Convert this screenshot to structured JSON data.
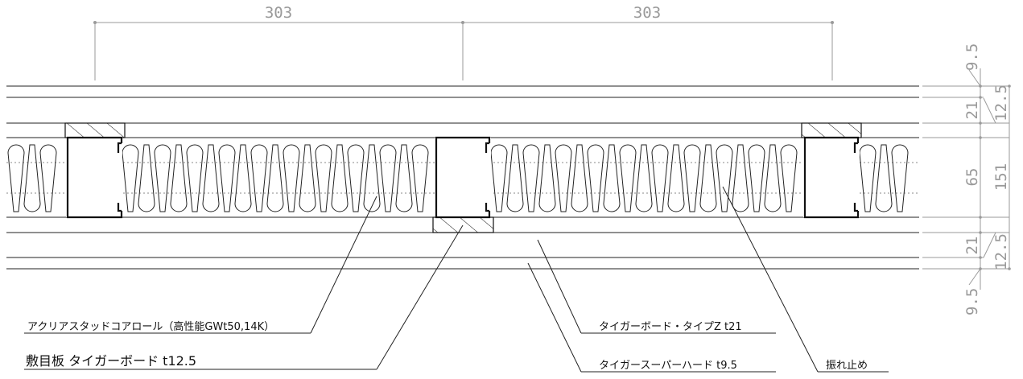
{
  "dimensions": {
    "top": [
      "303",
      "303"
    ],
    "right": [
      "9.5",
      "21",
      "12.5",
      "65",
      "151",
      "21",
      "12.5",
      "9.5"
    ]
  },
  "labels": {
    "insulation": "アクリアスタッドコアロール（高性能GWt50,14K）",
    "subfloor": "敷目板 タイガーボード t12.5",
    "board_z": "タイガーボード・タイプZ t21",
    "super_hard": "タイガースーパーハード t9.5",
    "brace": "振れ止め"
  },
  "colors": {
    "line": "#222222",
    "dimension": "#9a9a9a",
    "background": "#ffffff"
  }
}
